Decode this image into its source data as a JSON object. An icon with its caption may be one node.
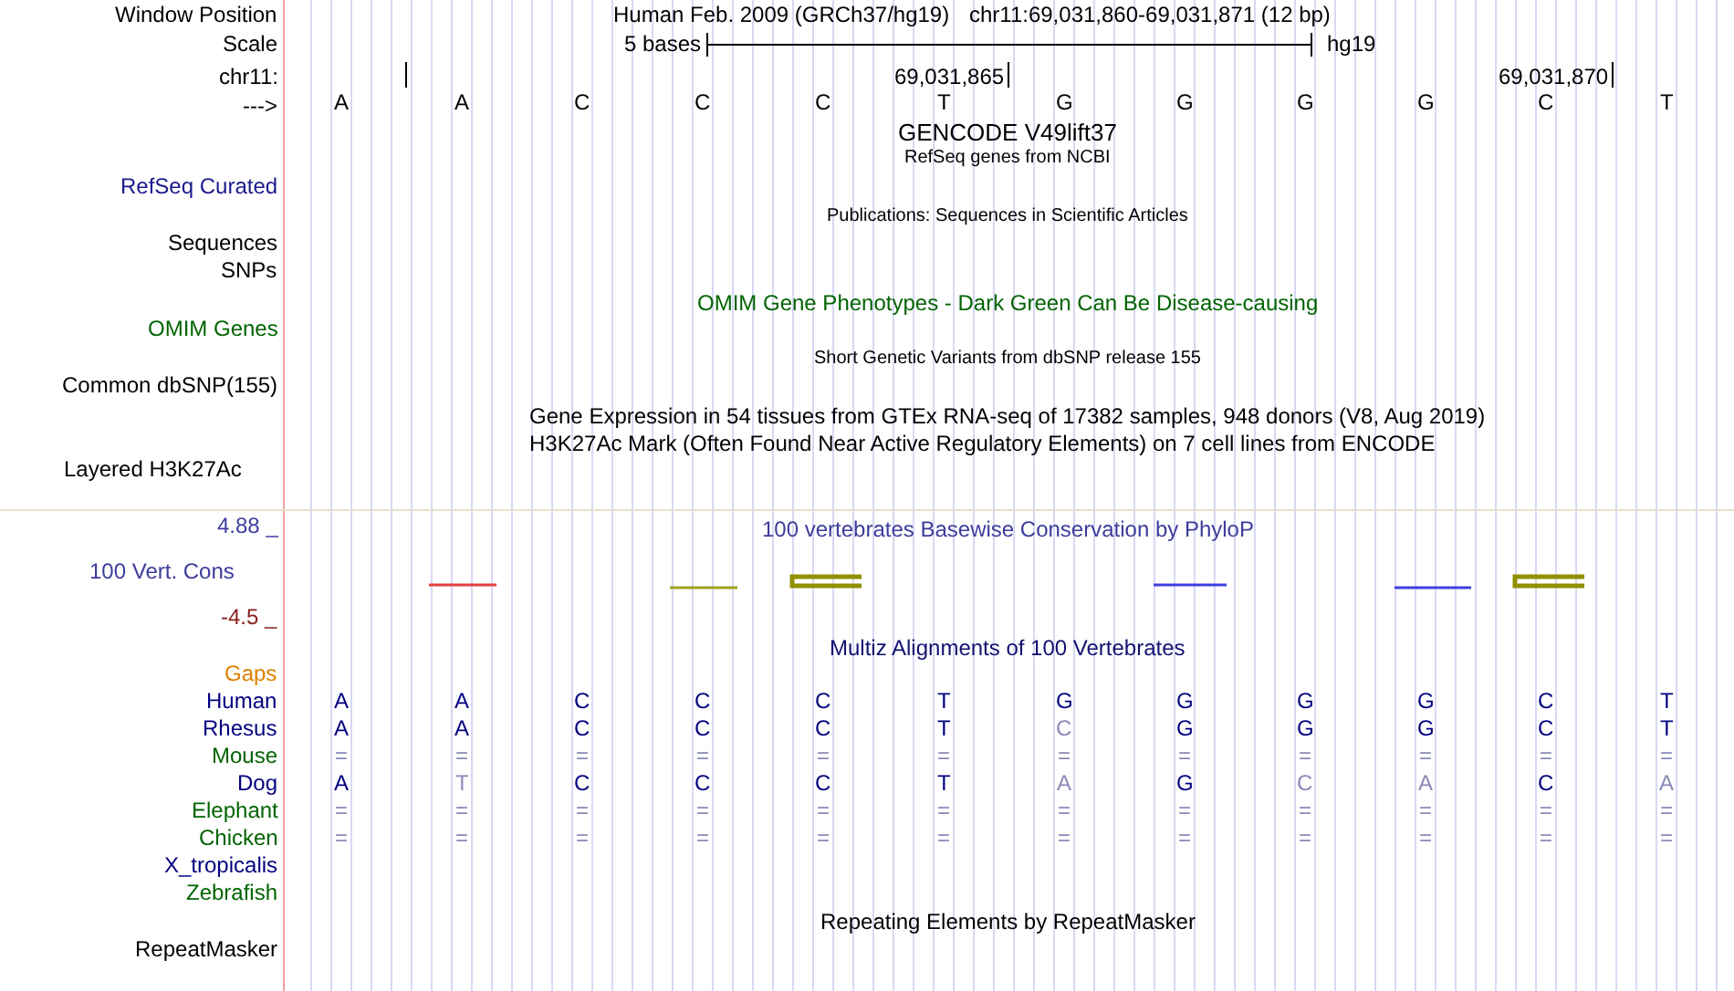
{
  "diagram": {
    "labels": [
      "Window Position",
      "Human Feb. 2009 (GRCh37/hg19)",
      "chr11:69,031,860-69,031,871 (12 bp)",
      "Scale",
      "5 bases",
      "hg19",
      "chr11:",
      "69,031,865",
      "69,031,870",
      "--->",
      "A",
      "A",
      "C",
      "C",
      "C",
      "T",
      "G",
      "G",
      "G",
      "G",
      "C",
      "T",
      "GENCODE V49lift37",
      "RefSeq genes from NCBI",
      "RefSeq Curated",
      "Sequences",
      "Publications: Sequences in Scientific Articles",
      "SNPs",
      "OMIM Gene Phenotypes - Dark Green Can Be Disease-causing",
      "OMIM Genes",
      "Short Genetic Variants from dbSNP release 155",
      "Common dbSNP(155)",
      "Gene Expression in 54 tissues from GTEx RNA-seq of 17382 samples, 948 donors (V8, Aug 2019)",
      "H3K27Ac Mark (Often Found Near Active Regulatory Elements) on 7 cell lines from ENCODE",
      "Layered H3K27Ac",
      "4.88 _",
      "100 vertebrates Basewise Conservation by PhyloP",
      "100 Vert. Cons",
      "-4.5 _",
      "Multiz Alignments of 100 Vertebrates",
      "Gaps",
      "Human",
      "A",
      "A",
      "C",
      "C",
      "C",
      "T",
      "G",
      "G",
      "G",
      "G",
      "C",
      "T",
      "Rhesus",
      "A",
      "A",
      "C",
      "C",
      "C",
      "T",
      "C",
      "G",
      "G",
      "G",
      "C",
      "T",
      "Mouse",
      "=",
      "=",
      "=",
      "=",
      "=",
      "=",
      "=",
      "=",
      "=",
      "=",
      "=",
      "=",
      "Dog",
      "A",
      "T",
      "C",
      "C",
      "C",
      "T",
      "A",
      "G",
      "C",
      "A",
      "C",
      "A",
      "Elephant",
      "=",
      "=",
      "=",
      "=",
      "=",
      "=",
      "=",
      "=",
      "=",
      "=",
      "=",
      "=",
      "Chicken",
      "=",
      "=",
      "=",
      "=",
      "=",
      "=",
      "=",
      "=",
      "=",
      "=",
      "=",
      "=",
      "X_tropicalis",
      "Zebrafish",
      "Repeating Elements by RepeatMasker",
      "RepeatMasker"
    ]
  }
}
